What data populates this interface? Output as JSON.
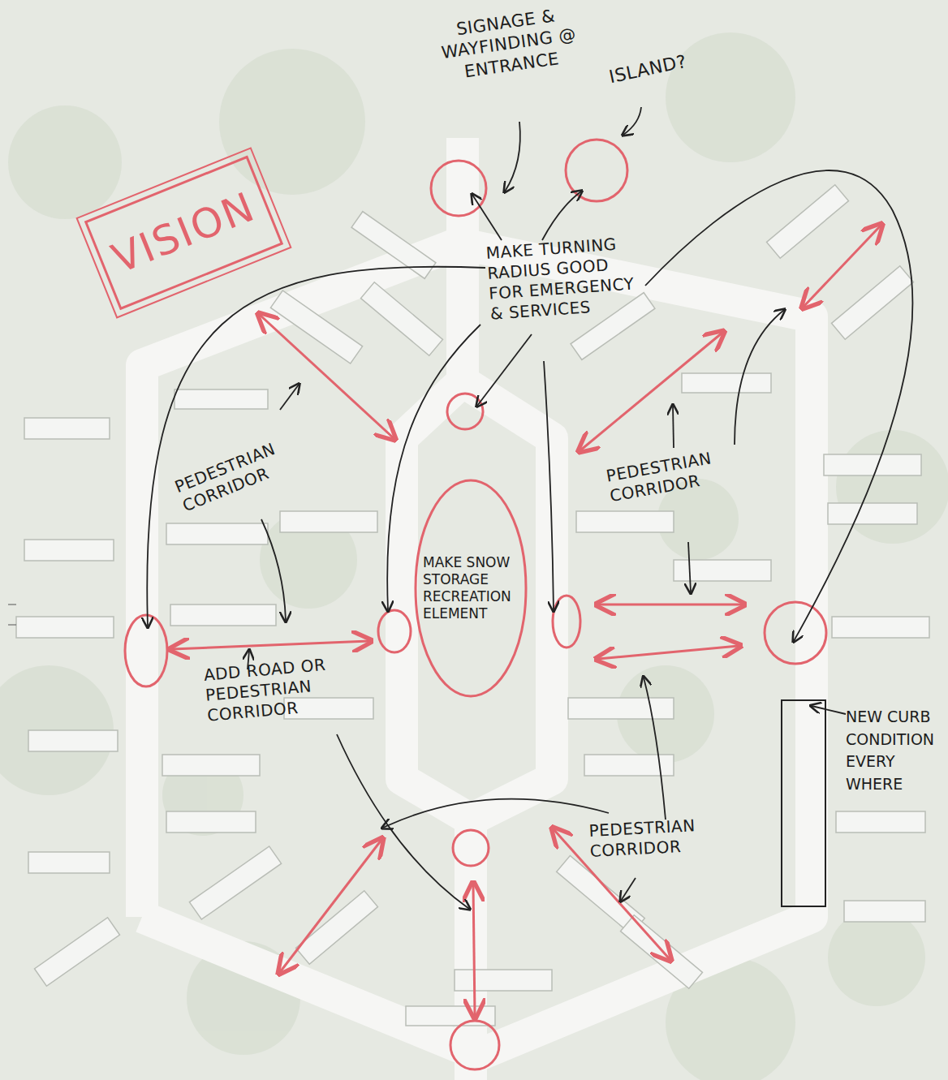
{
  "diagram": {
    "nodes": [
      {
        "text": [
          "VISION"
        ]
      },
      {
        "text": [
          "MAKE SNOW STORAGE RECREATION ELEMENT"
        ]
      },
      {
        "text": [
          "NEW CURB CONDITION EVERY WHERE"
        ]
      }
    ],
    "labels": [
      "SIGNAGE & WAYFINDING @ ENTRANCE",
      "ISLAND?",
      "MAKE TURNING RADIUS GOOD FOR EMERGENCY & SERVICES",
      "PEDESTRIAN CORRIDOR",
      "PEDESTRIAN CORRIDOR",
      "ADD ROAD OR PEDESTRIAN CORRIDOR",
      "PEDESTRIAN CORRIDOR"
    ]
  }
}
